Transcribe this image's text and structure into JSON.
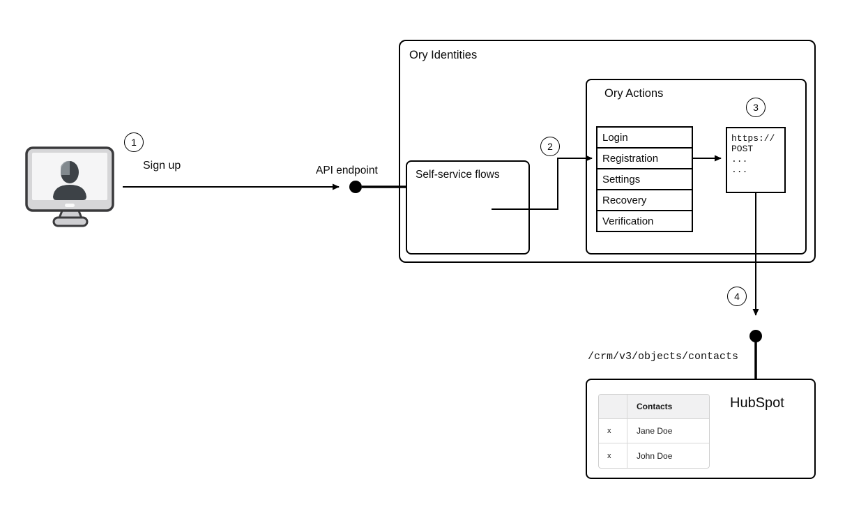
{
  "diagram": {
    "steps": [
      "1",
      "2",
      "3",
      "4"
    ],
    "labels": {
      "sign_up": "Sign up",
      "api_endpoint": "API endpoint",
      "ory_identities": "Ory Identities",
      "self_service_flows": "Self-service flows",
      "ory_actions": "Ory Actions",
      "crm_path": "/crm/v3/objects/contacts",
      "hubspot": "HubSpot"
    },
    "flows": [
      "Login",
      "Registration",
      "Settings",
      "Recovery",
      "Verification"
    ],
    "webhook_code_lines": [
      "https://",
      "POST",
      "...",
      "..."
    ],
    "contacts_table": {
      "header_col1": "",
      "header_col2": "Contacts",
      "rows": [
        [
          "x",
          "Jane Doe"
        ],
        [
          "x",
          "John Doe"
        ]
      ]
    },
    "colors": {
      "line": "#000000",
      "box_border": "#000000",
      "table_border": "#cfcfcf",
      "table_header_bg": "#f1f1f2",
      "monitor_frame": "#d6d6d8",
      "monitor_screen": "#f5f5f6",
      "person": "#3d4247"
    }
  }
}
